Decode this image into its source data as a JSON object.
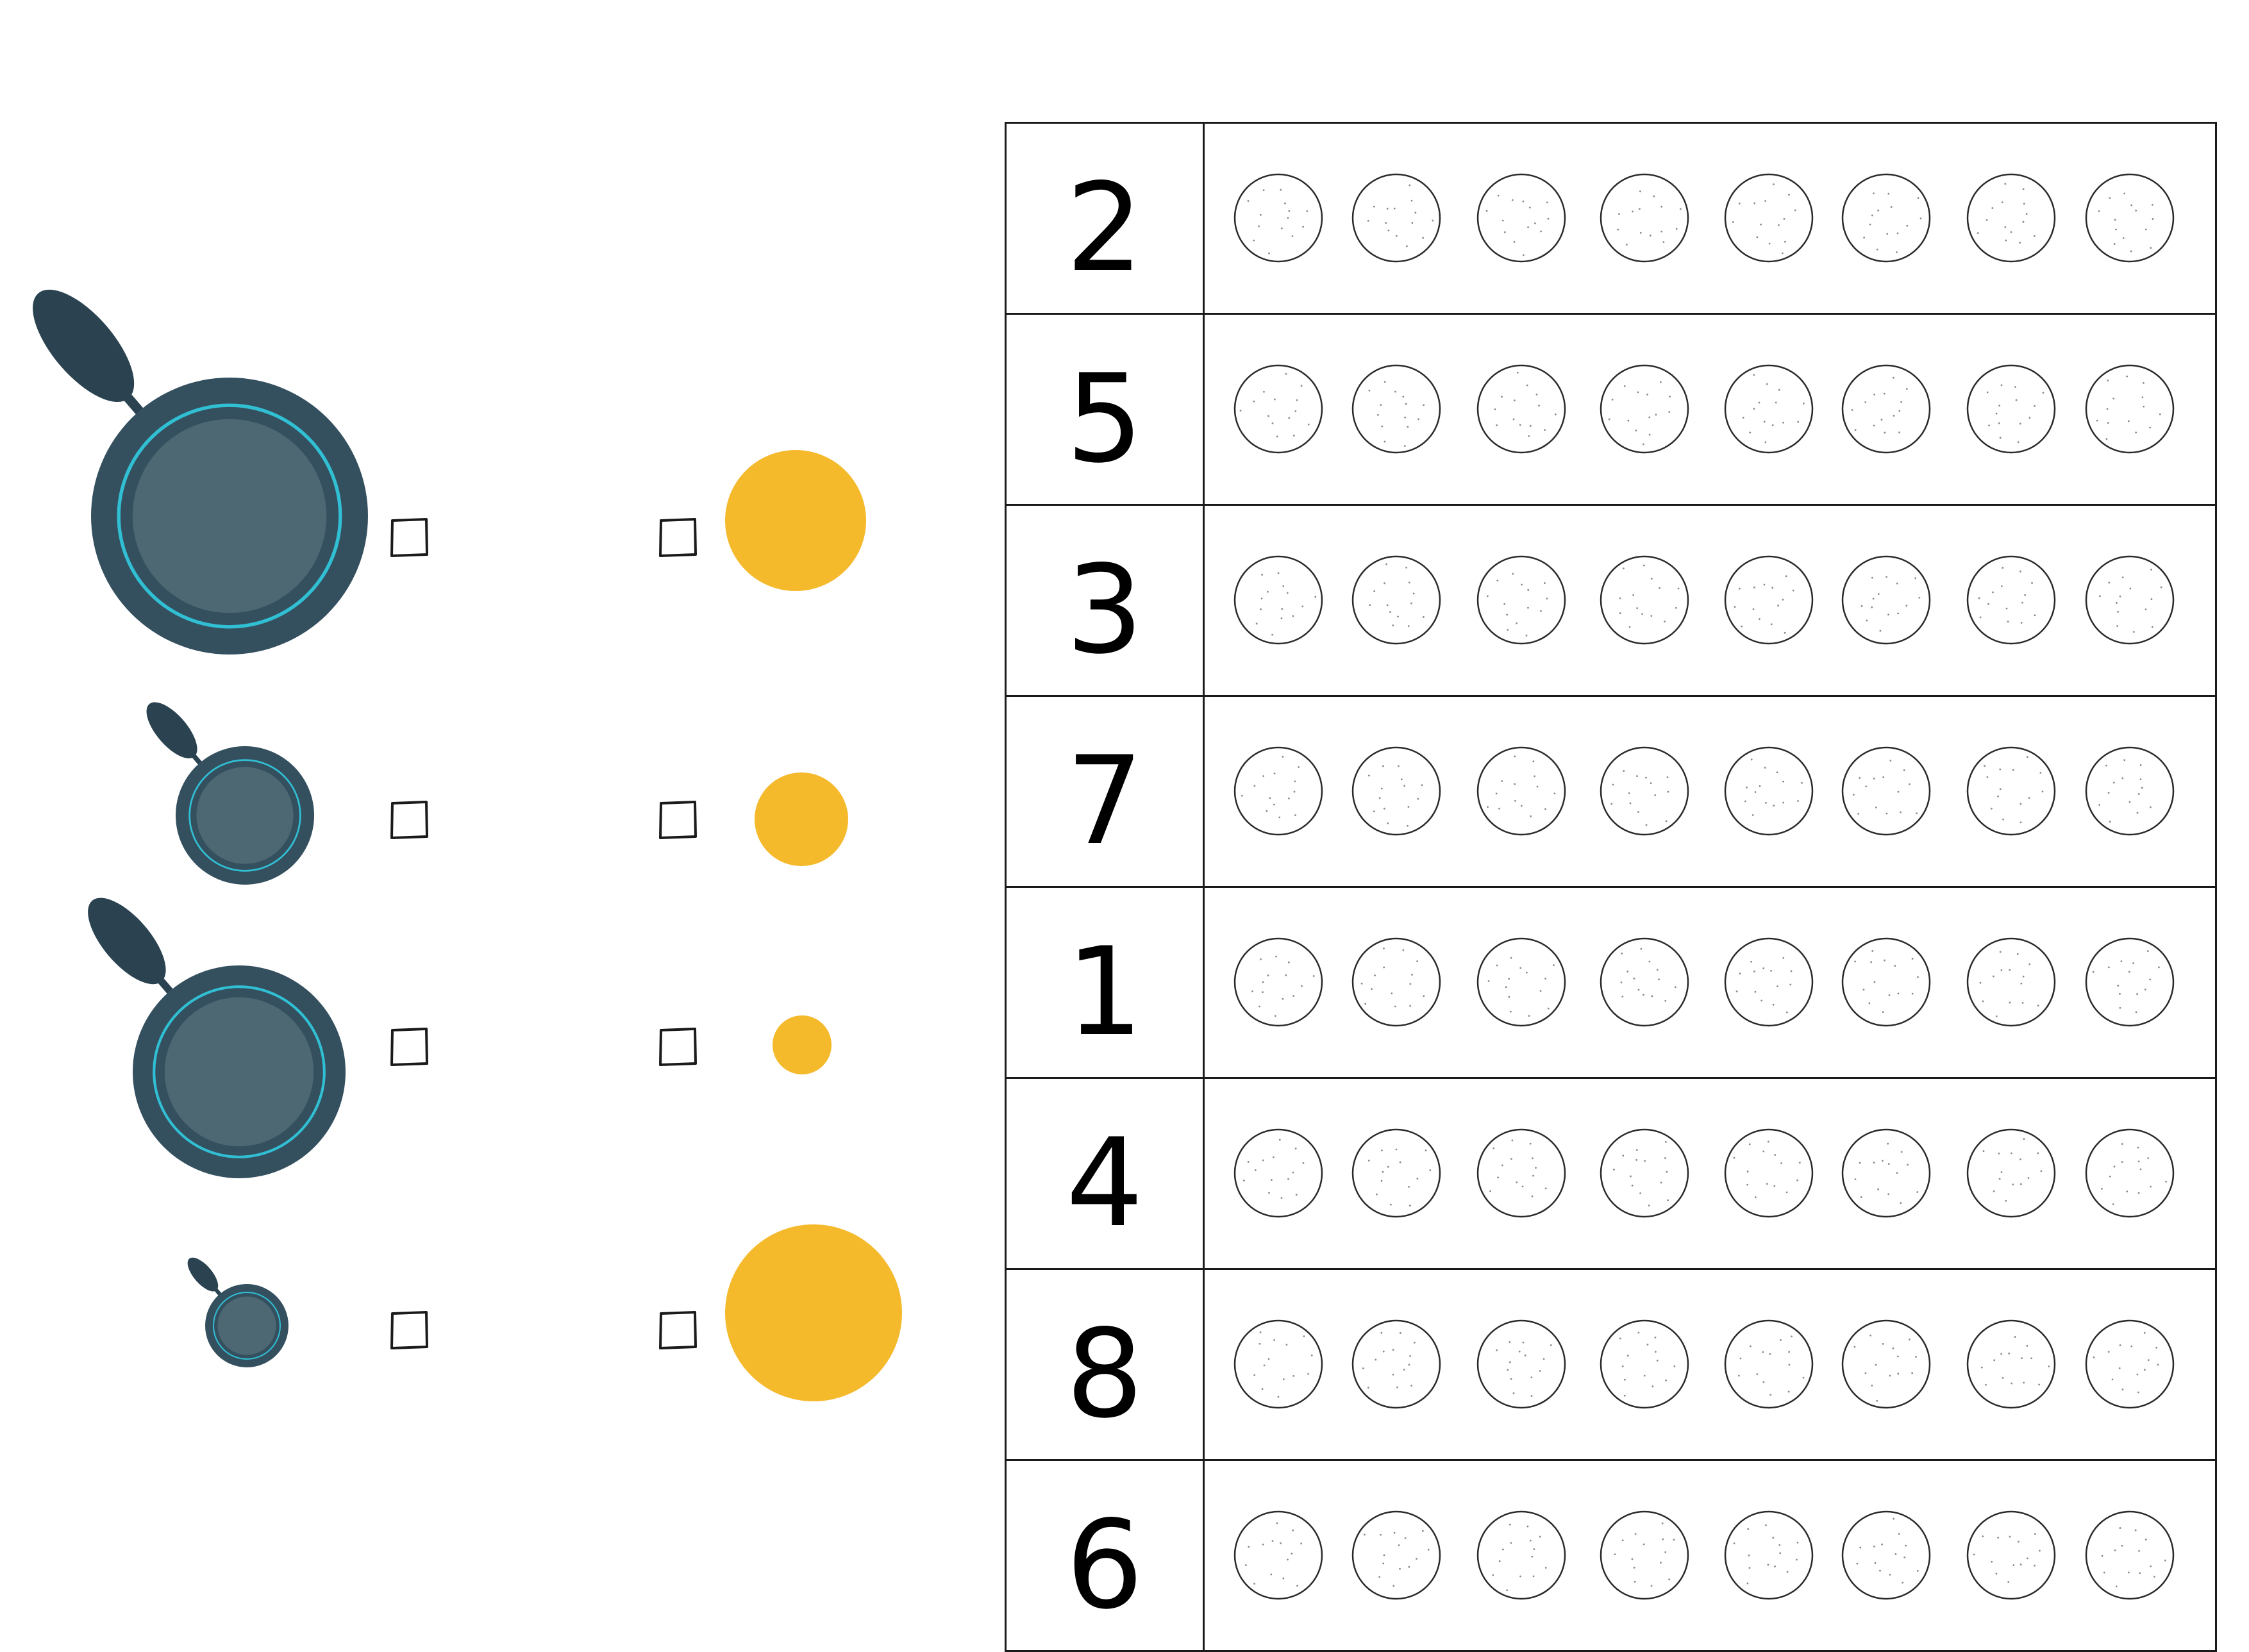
{
  "colors": {
    "pan_body": "#34505f",
    "pan_inner": "#4d6873",
    "pan_ring": "#31bfd4",
    "pan_handle": "#2b4351",
    "pancake": "#f5b92c",
    "checkbox": "#1a1a1a",
    "table_border": "#1a1a1a",
    "counter_outline": "#2a2a2a",
    "counter_speckle": "#8a8a8a"
  },
  "pans": [
    {
      "size": "large"
    },
    {
      "size": "small"
    },
    {
      "size": "medium"
    },
    {
      "size": "extra-small"
    }
  ],
  "pancakes": [
    {
      "size": "medium"
    },
    {
      "size": "small"
    },
    {
      "size": "extra-small"
    },
    {
      "size": "large"
    }
  ],
  "count_rows": [
    {
      "number": "2",
      "counters": 8
    },
    {
      "number": "5",
      "counters": 8
    },
    {
      "number": "3",
      "counters": 8
    },
    {
      "number": "7",
      "counters": 8
    },
    {
      "number": "1",
      "counters": 8
    },
    {
      "number": "4",
      "counters": 8
    },
    {
      "number": "8",
      "counters": 8
    },
    {
      "number": "6",
      "counters": 8
    }
  ]
}
